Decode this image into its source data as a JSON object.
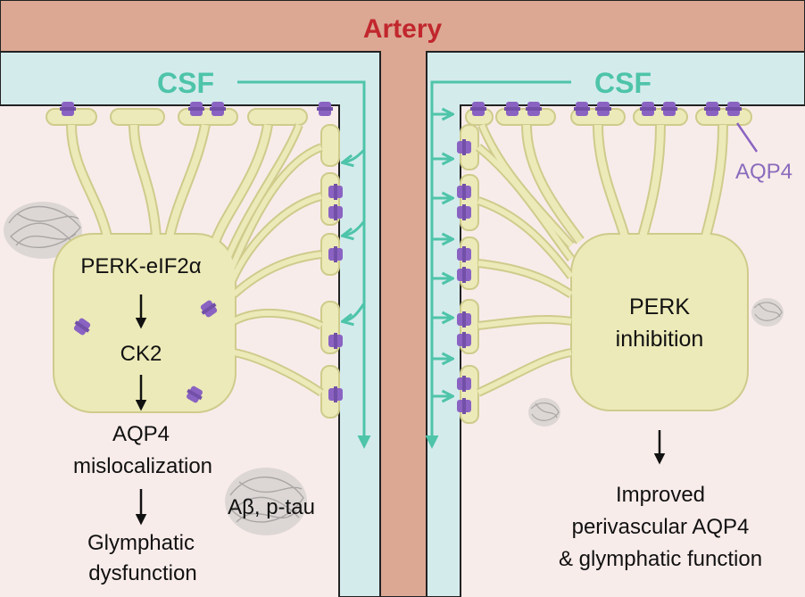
{
  "labels": {
    "artery": "Artery",
    "csf_left": "CSF",
    "csf_right": "CSF",
    "aqp4": "AQP4",
    "perk_eif2a": "PERK-eIF2α",
    "ck2": "CK2",
    "aqp4_mis_1": "AQP4",
    "aqp4_mis_2": "mislocalization",
    "glymphatic_1": "Glymphatic",
    "glymphatic_2": "dysfunction",
    "abeta": "Aβ, p-tau",
    "perk_inh_1": "PERK",
    "perk_inh_2": "inhibition",
    "improved_1": "Improved",
    "improved_2": "perivascular AQP4",
    "improved_3": "& glymphatic function"
  },
  "colors": {
    "artery": "#dca894",
    "artery_dark": "#c99a86",
    "csf": "#d4ebec",
    "tissue": "#f8ecea",
    "astrocyte": "#eceab8",
    "astrocyte_stroke": "#cfcb8c",
    "aqp4": "#8a63c2",
    "arrow_csf": "#4ec4a9",
    "plaque": "#9c9a98",
    "outline": "#222222"
  }
}
